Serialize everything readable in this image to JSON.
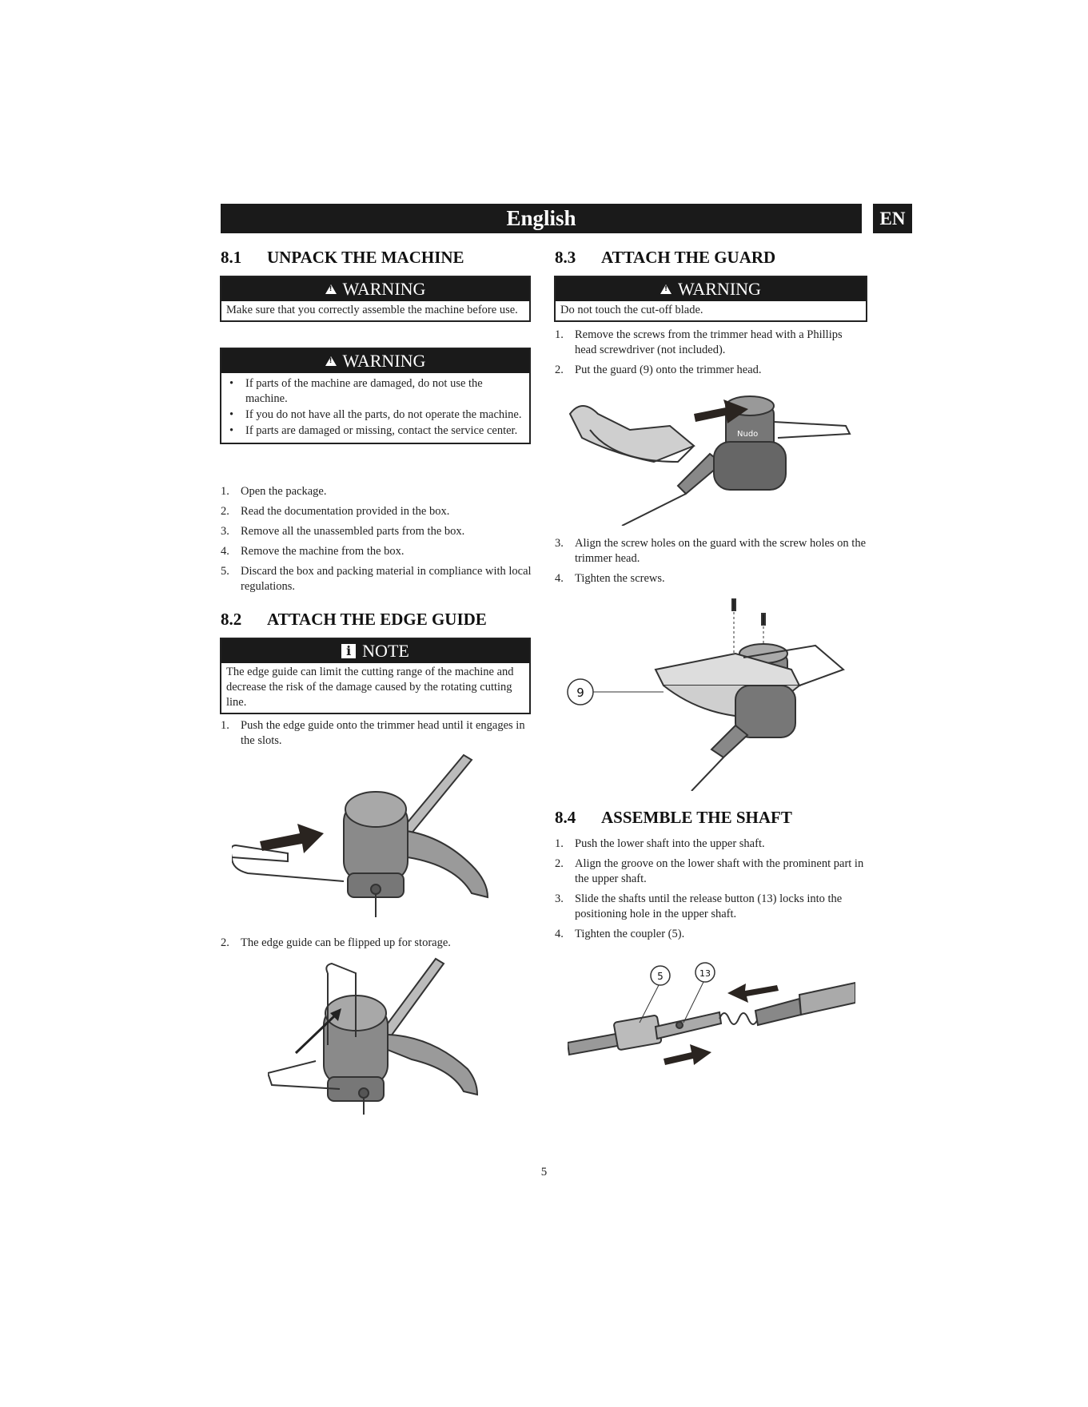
{
  "header": {
    "title": "English",
    "lang_code": "EN"
  },
  "s81": {
    "num": "8.1",
    "title": "UNPACK THE MACHINE",
    "warn1": {
      "label": "WARNING",
      "text": "Make sure that you correctly assemble the machine before use."
    },
    "warn2": {
      "label": "WARNING",
      "items": [
        "If parts of the machine are damaged, do not use the machine.",
        "If you do not have all the parts, do not operate the machine.",
        "If parts are damaged or missing, contact the service center."
      ]
    },
    "steps": [
      {
        "n": "1.",
        "t": "Open the package."
      },
      {
        "n": "2.",
        "t": "Read the documentation provided in the box."
      },
      {
        "n": "3.",
        "t": "Remove all the unassembled parts from the box."
      },
      {
        "n": "4.",
        "t": "Remove the machine from the box."
      },
      {
        "n": "5.",
        "t": "Discard the box and packing material in compliance with local regulations."
      }
    ]
  },
  "s82": {
    "num": "8.2",
    "title": "ATTACH THE EDGE GUIDE",
    "note": {
      "label": "NOTE",
      "text": "The edge guide can limit the cutting range of the machine and decrease the risk of the damage caused by the rotating cutting line."
    },
    "step1": {
      "n": "1.",
      "t": "Push the edge guide onto the trimmer head until it engages in the slots."
    },
    "step2": {
      "n": "2.",
      "t": "The edge guide can be flipped up for storage."
    }
  },
  "s83": {
    "num": "8.3",
    "title": "ATTACH THE GUARD",
    "warn": {
      "label": "WARNING",
      "text": "Do not touch the cut-off blade."
    },
    "steps_a": [
      {
        "n": "1.",
        "t": "Remove the screws from the trimmer head with a Phillips head screwdriver (not included)."
      },
      {
        "n": "2.",
        "t": "Put the guard (9) onto the trimmer head."
      }
    ],
    "steps_b": [
      {
        "n": "3.",
        "t": "Align the screw holes on the guard with the screw holes on the trimmer head."
      },
      {
        "n": "4.",
        "t": "Tighten the screws."
      }
    ],
    "callout": "9",
    "brand_on_head": "Nudo"
  },
  "s84": {
    "num": "8.4",
    "title": "ASSEMBLE THE SHAFT",
    "steps": [
      {
        "n": "1.",
        "t": "Push the lower shaft into the upper shaft."
      },
      {
        "n": "2.",
        "t": "Align the groove on the lower shaft with the prominent part in the upper shaft."
      },
      {
        "n": "3.",
        "t": "Slide the shafts until the release button (13) locks into the positioning hole in the upper shaft."
      },
      {
        "n": "4.",
        "t": "Tighten the coupler (5)."
      }
    ],
    "callouts": [
      "5",
      "13"
    ]
  },
  "page_number": "5"
}
